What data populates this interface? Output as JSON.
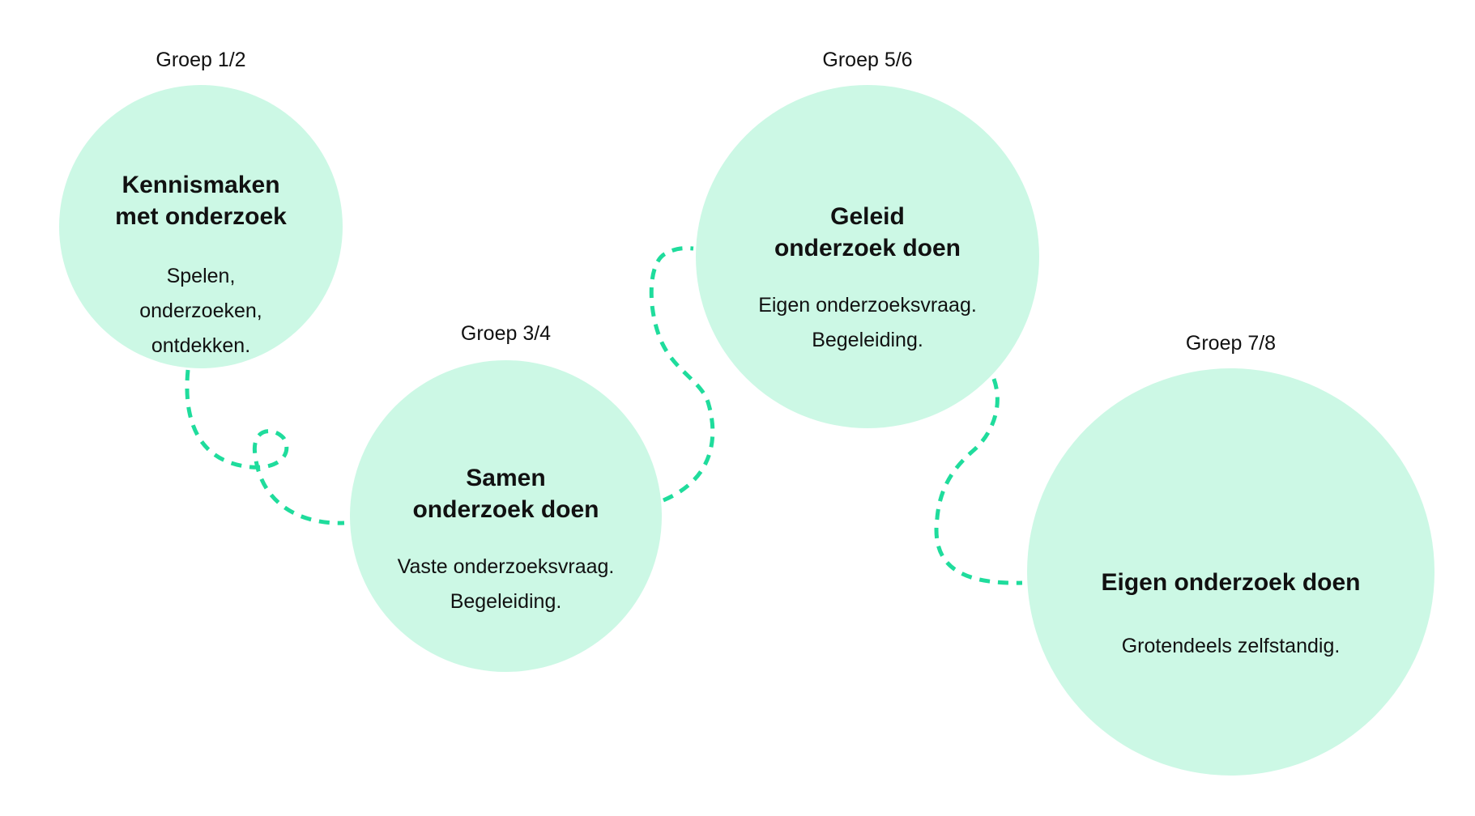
{
  "colors": {
    "circle_fill": "#ccf8e5",
    "connector": "#1fdc9c",
    "text": "#111111"
  },
  "stages": [
    {
      "group": "Groep 1/2",
      "title": "Kennismaken\nmet onderzoek",
      "description": "Spelen,\nonderzoeken,\nontdekken."
    },
    {
      "group": "Groep 3/4",
      "title": "Samen\nonderzoek doen",
      "description": "Vaste onderzoeksvraag.\nBegeleiding."
    },
    {
      "group": "Groep 5/6",
      "title": "Geleid\nonderzoek doen",
      "description": "Eigen onderzoeksvraag.\nBegeleiding."
    },
    {
      "group": "Groep 7/8",
      "title": "Eigen onderzoek doen",
      "description": "Grotendeels zelfstandig."
    }
  ]
}
